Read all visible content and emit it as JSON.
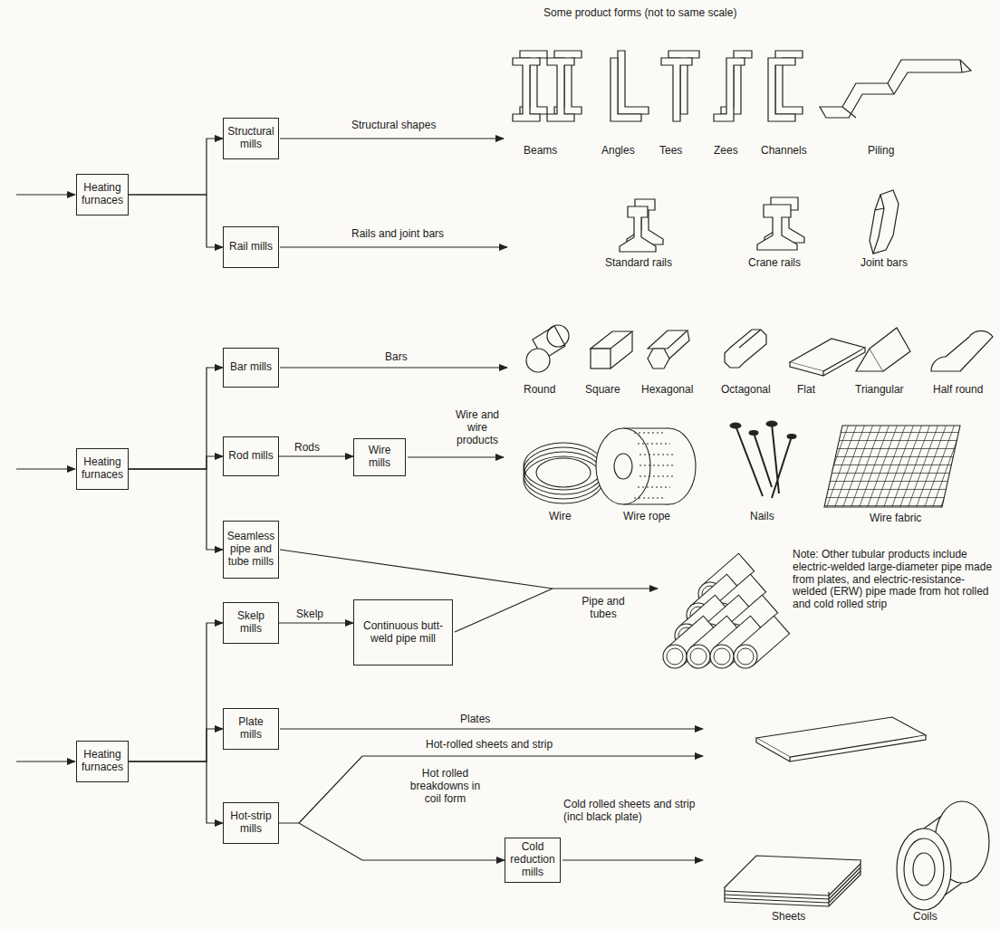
{
  "diagram": {
    "nodes": [
      {
        "text": [
          "Heating furnaces"
        ]
      },
      {
        "text": [
          "Structural mills"
        ]
      },
      {
        "text": [
          "Rail mills"
        ]
      },
      {
        "text": [
          "Heating furnaces"
        ]
      },
      {
        "text": [
          "Bar mills"
        ]
      },
      {
        "text": [
          "Rod mills"
        ]
      },
      {
        "text": [
          "Wire mills"
        ]
      },
      {
        "text": [
          "Seamless pipe and tube mills"
        ]
      },
      {
        "text": [
          "Heating furnaces"
        ]
      },
      {
        "text": [
          "Skelp mills"
        ]
      },
      {
        "text": [
          "Continuous butt-weld pipe mill"
        ]
      },
      {
        "text": [
          "Plate mills"
        ]
      },
      {
        "text": [
          "Hot-strip mills"
        ]
      },
      {
        "text": [
          "Cold reduction mills"
        ]
      }
    ],
    "edges": [
      {
        "from": 0,
        "to": 1,
        "arrow": "to"
      },
      {
        "from": 0,
        "to": 2,
        "arrow": "to"
      },
      {
        "from": 3,
        "to": 4,
        "arrow": "to"
      },
      {
        "from": 3,
        "to": 5,
        "arrow": "to"
      },
      {
        "from": 3,
        "to": 7,
        "arrow": "to"
      },
      {
        "from": 5,
        "to": 6,
        "label": "Rods",
        "arrow": "to"
      },
      {
        "from": 8,
        "to": 9,
        "arrow": "to"
      },
      {
        "from": 8,
        "to": 11,
        "arrow": "to"
      },
      {
        "from": 8,
        "to": 12,
        "arrow": "to"
      },
      {
        "from": 9,
        "to": 10,
        "label": "Skelp",
        "arrow": "to"
      },
      {
        "from": 12,
        "to": 13,
        "label": "Hot rolled breakdowns in coil form",
        "arrow": "to"
      }
    ],
    "labels": [
      "Some product forms (not to same scale)",
      "Structural shapes",
      "Beams",
      "Angles",
      "Tees",
      "Zees",
      "Channels",
      "Piling",
      "Rails and joint bars",
      "Standard rails",
      "Crane rails",
      "Joint bars",
      "Bars",
      "Round",
      "Square",
      "Hexagonal",
      "Octagonal",
      "Flat",
      "Triangular",
      "Half round",
      "Wire and wire products",
      "Wire",
      "Wire rope",
      "Nails",
      "Wire fabric",
      "Note: Other tubular products include electric-welded large-diameter pipe made from plates, and electric-resistance-welded (ERW) pipe made from hot rolled and cold rolled strip",
      "Pipe and tubes",
      "Plates",
      "Hot-rolled sheets and strip",
      "Cold rolled sheets and strip (incl black plate)",
      "Sheets",
      "Coils"
    ]
  }
}
